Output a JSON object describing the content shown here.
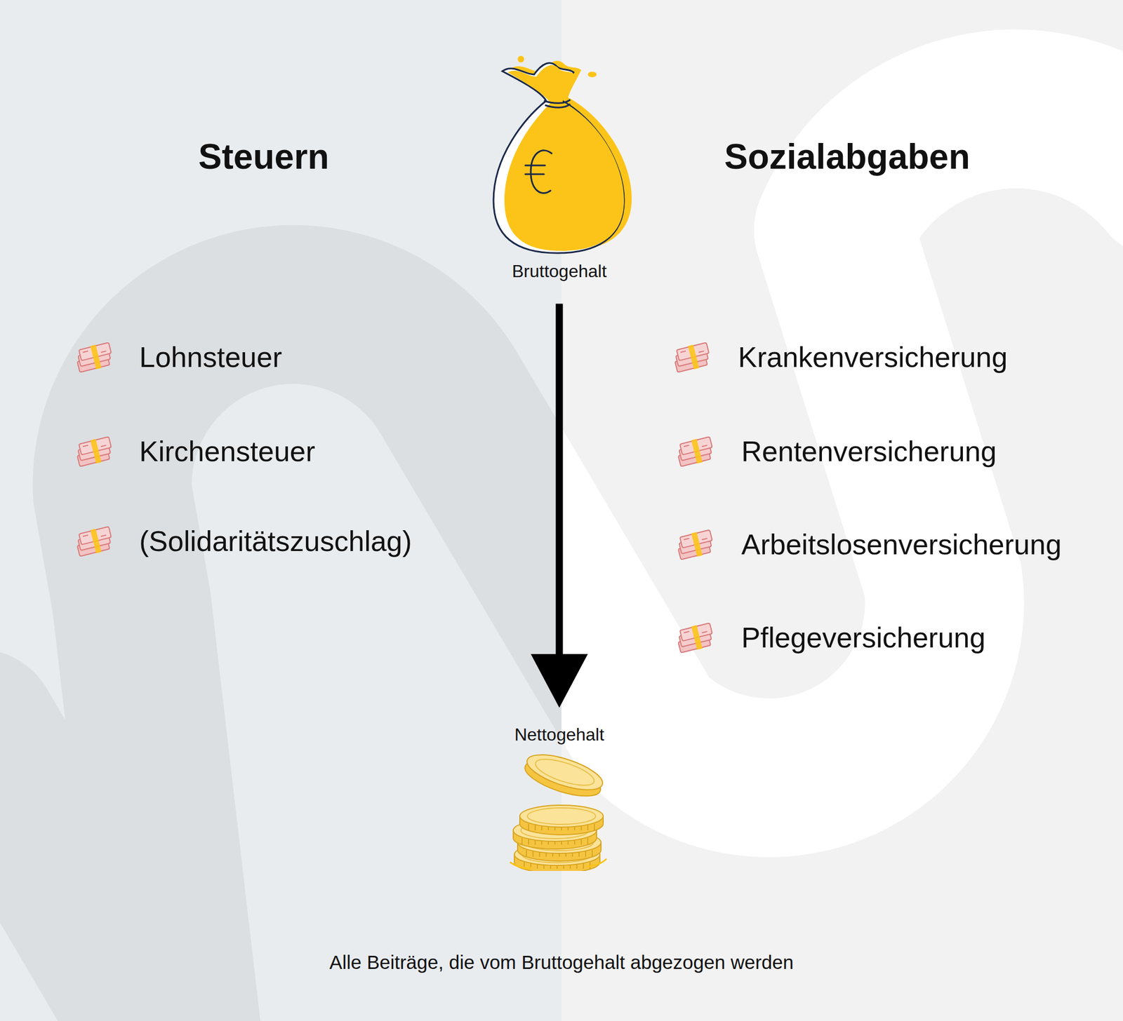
{
  "diagram": {
    "caption": "Alle Beiträge, die vom Bruttogehalt abgezogen werden",
    "nodes": [
      {
        "text": [
          "Bruttogehalt"
        ]
      },
      {
        "text": [
          "Nettogehalt"
        ]
      }
    ],
    "edges": [
      {
        "from": 0,
        "to": 1,
        "arrow": "to"
      }
    ],
    "labels": [
      "Steuern",
      "Sozialabgaben",
      "Lohnsteuer",
      "Kirchensteuer",
      "(Solidaritätszuschlag)",
      "Krankenversicherung",
      "Rentenversicherung",
      "Arbeitslosenversicherung",
      "Pflegeversicherung"
    ]
  }
}
